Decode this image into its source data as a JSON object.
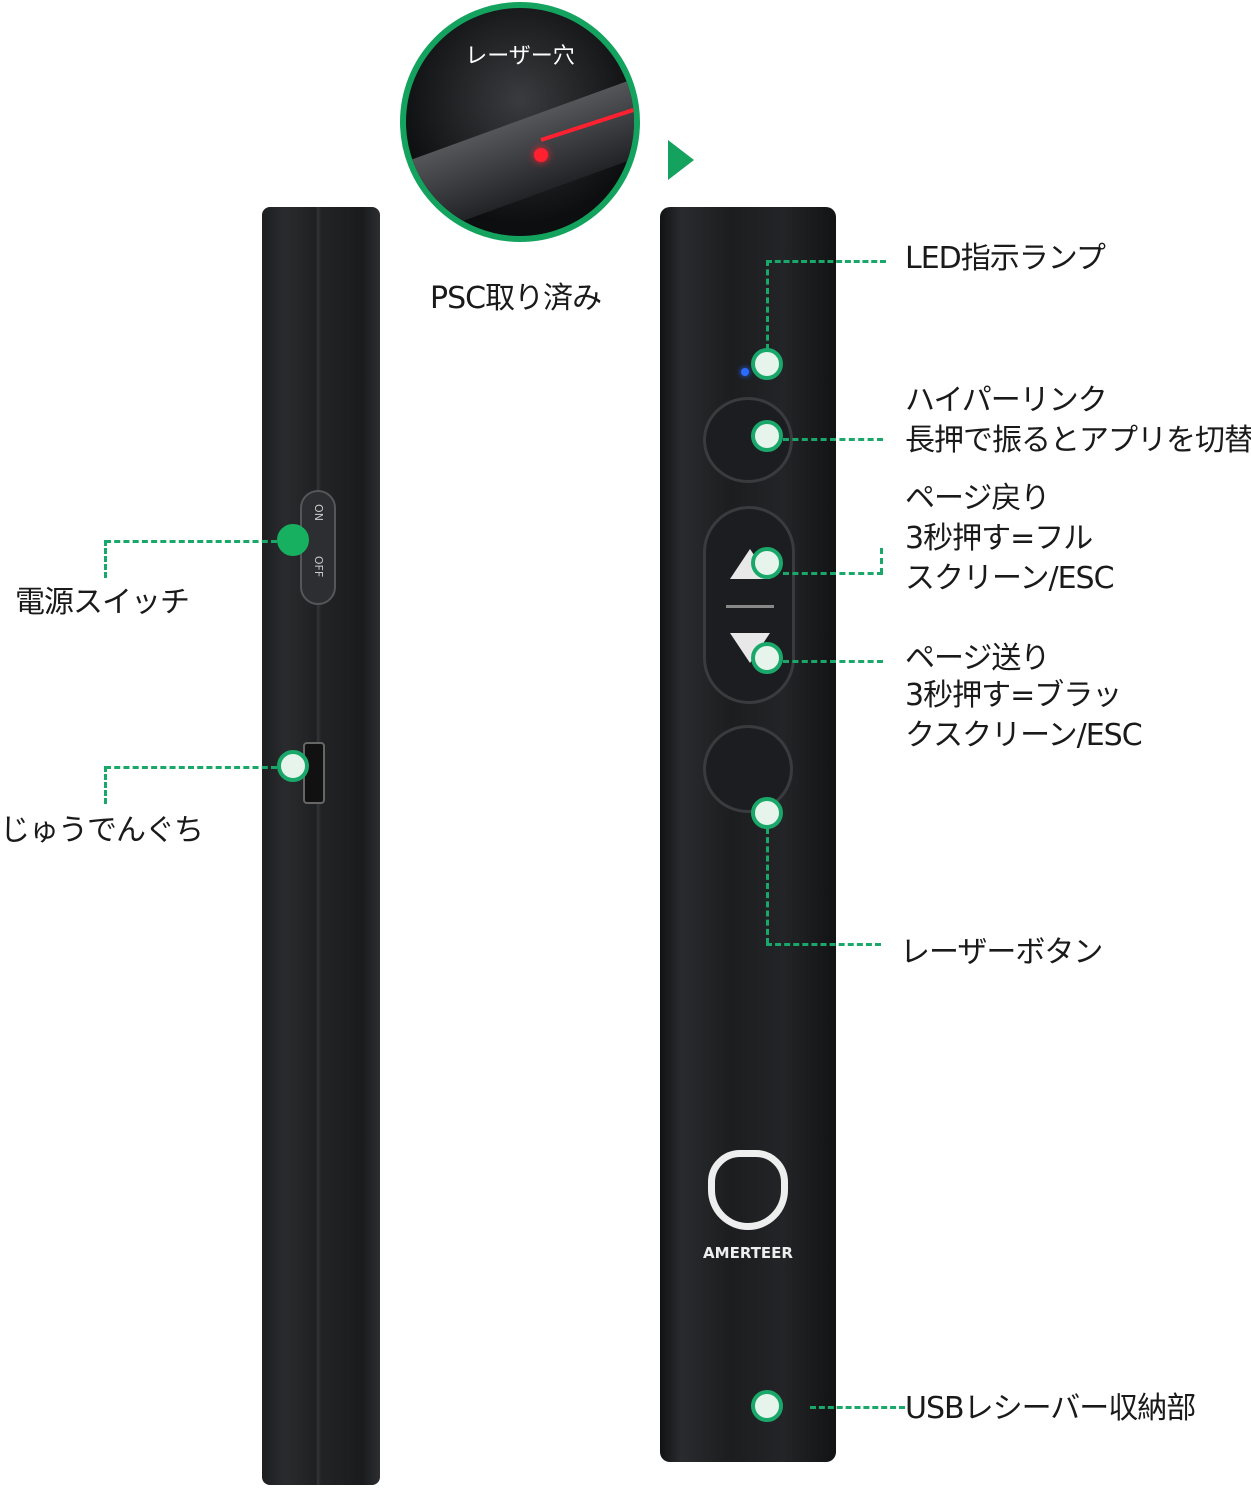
{
  "callout": {
    "title": "レーザー穴",
    "caption": "PSC取り済み"
  },
  "left_labels": {
    "power": "電源スイッチ",
    "charge": "じゅうでんぐち"
  },
  "switch": {
    "on": "ON",
    "off": "OFF"
  },
  "right_labels": {
    "led": "LED指示ランプ",
    "hyperlink": [
      "ハイパーリンク",
      "長押で振るとアプリを切替"
    ],
    "page_back": [
      "ページ戻り",
      "3秒押す=フル",
      "スクリーン/ESC"
    ],
    "page_next": [
      "ページ送り",
      "3秒押す=ブラッ",
      "クスクリーン/ESC"
    ],
    "laser": "レーザーボタン",
    "usb": "USBレシーバー収納部"
  },
  "brand": "AMERTEER",
  "colors": {
    "accent": "#1aa86a",
    "laser": "#ff2030"
  }
}
